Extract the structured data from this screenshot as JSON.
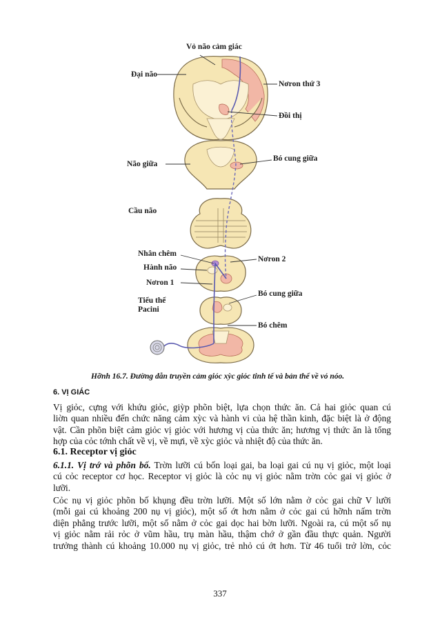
{
  "figure": {
    "labels": {
      "cortex": "Vỏ não cảm giác",
      "cerebrum": "Đại não",
      "neuron3": "Nơron thứ 3",
      "thalamus": "Đồi thị",
      "midbrain": "Não giữa",
      "lemniscus_upper": "Bó cung giữa",
      "pons": "Cầu não",
      "nucleus": "Nhân chêm",
      "neuron2": "Nơron 2",
      "medulla": "Hành não",
      "neuron1": "Nơron 1",
      "lemniscus_lower": "Bó cung giữa",
      "pacini": "Tiểu thể\nPacini",
      "fasciculus": "Bó chêm"
    }
  },
  "caption": "Hỡnh 16.7. Đường dẫn truyền cảm giỏc xỳc giỏc tinh tế và bản thể về vỏ nóo.",
  "section6": "6. VỊ GIÁC",
  "p1_lines": [
    "Vị giỏc, cựng với khứu giỏc, giỳp phõn biệt, lựa chọn thức ăn. Cả hai giỏc quan cú",
    "liờn quan nhiều đến chức năng cảm xỳc và hành vi của hệ thần kinh, đặc biệt là ở động",
    "vật. Cần phõn biệt cảm giỏc vị giỏc với hương vị của thức ăn; hương vị thức ăn là tổng",
    "hợp của cỏc tớnh chất về vị, về mựi, về xỳc giỏc và nhiệt độ của thức ăn."
  ],
  "section61": "6.1. Receptor vị giỏc",
  "p2": {
    "heading": "6.1.1. Vị trớ và phõn bố.",
    "line1_rest": " Trờn lưỡi cú bốn loại gai, ba loại gai cú nụ vị giỏc, một loại",
    "lines": [
      "cú cỏc receptor cơ học. Receptor vị giỏc là cỏc nụ vị giỏc nằm trờn cỏc gai vị giỏc ở",
      "lưỡi."
    ]
  },
  "p3_lines": [
    "Cỏc nụ vị giỏc phõn bố khụng đều trờn lưỡi. Một số lớn nằm ở cỏc gai chữ V lưỡi",
    "(mỗi gai cú khoảng 200 nụ vị giỏc), một số ớt hơn nằm ở cỏc gai cú hỡnh nấm trờn",
    "diện phẳng trước lưỡi, một số nằm ở cỏc gai dọc hai bờn lưỡi. Ngoài ra, cú một số nụ",
    "vị giỏc nằm rải rỏc ở vũm hầu, trụ màn hầu, thậm chớ ở gần đầu thực quản. Người",
    "trưởng thành cú khoảng 10.000 nụ vị giỏc, trẻ nhỏ cú ớt hơn. Từ 46 tuổi trở lờn, cỏc"
  ],
  "page_number": "337"
}
